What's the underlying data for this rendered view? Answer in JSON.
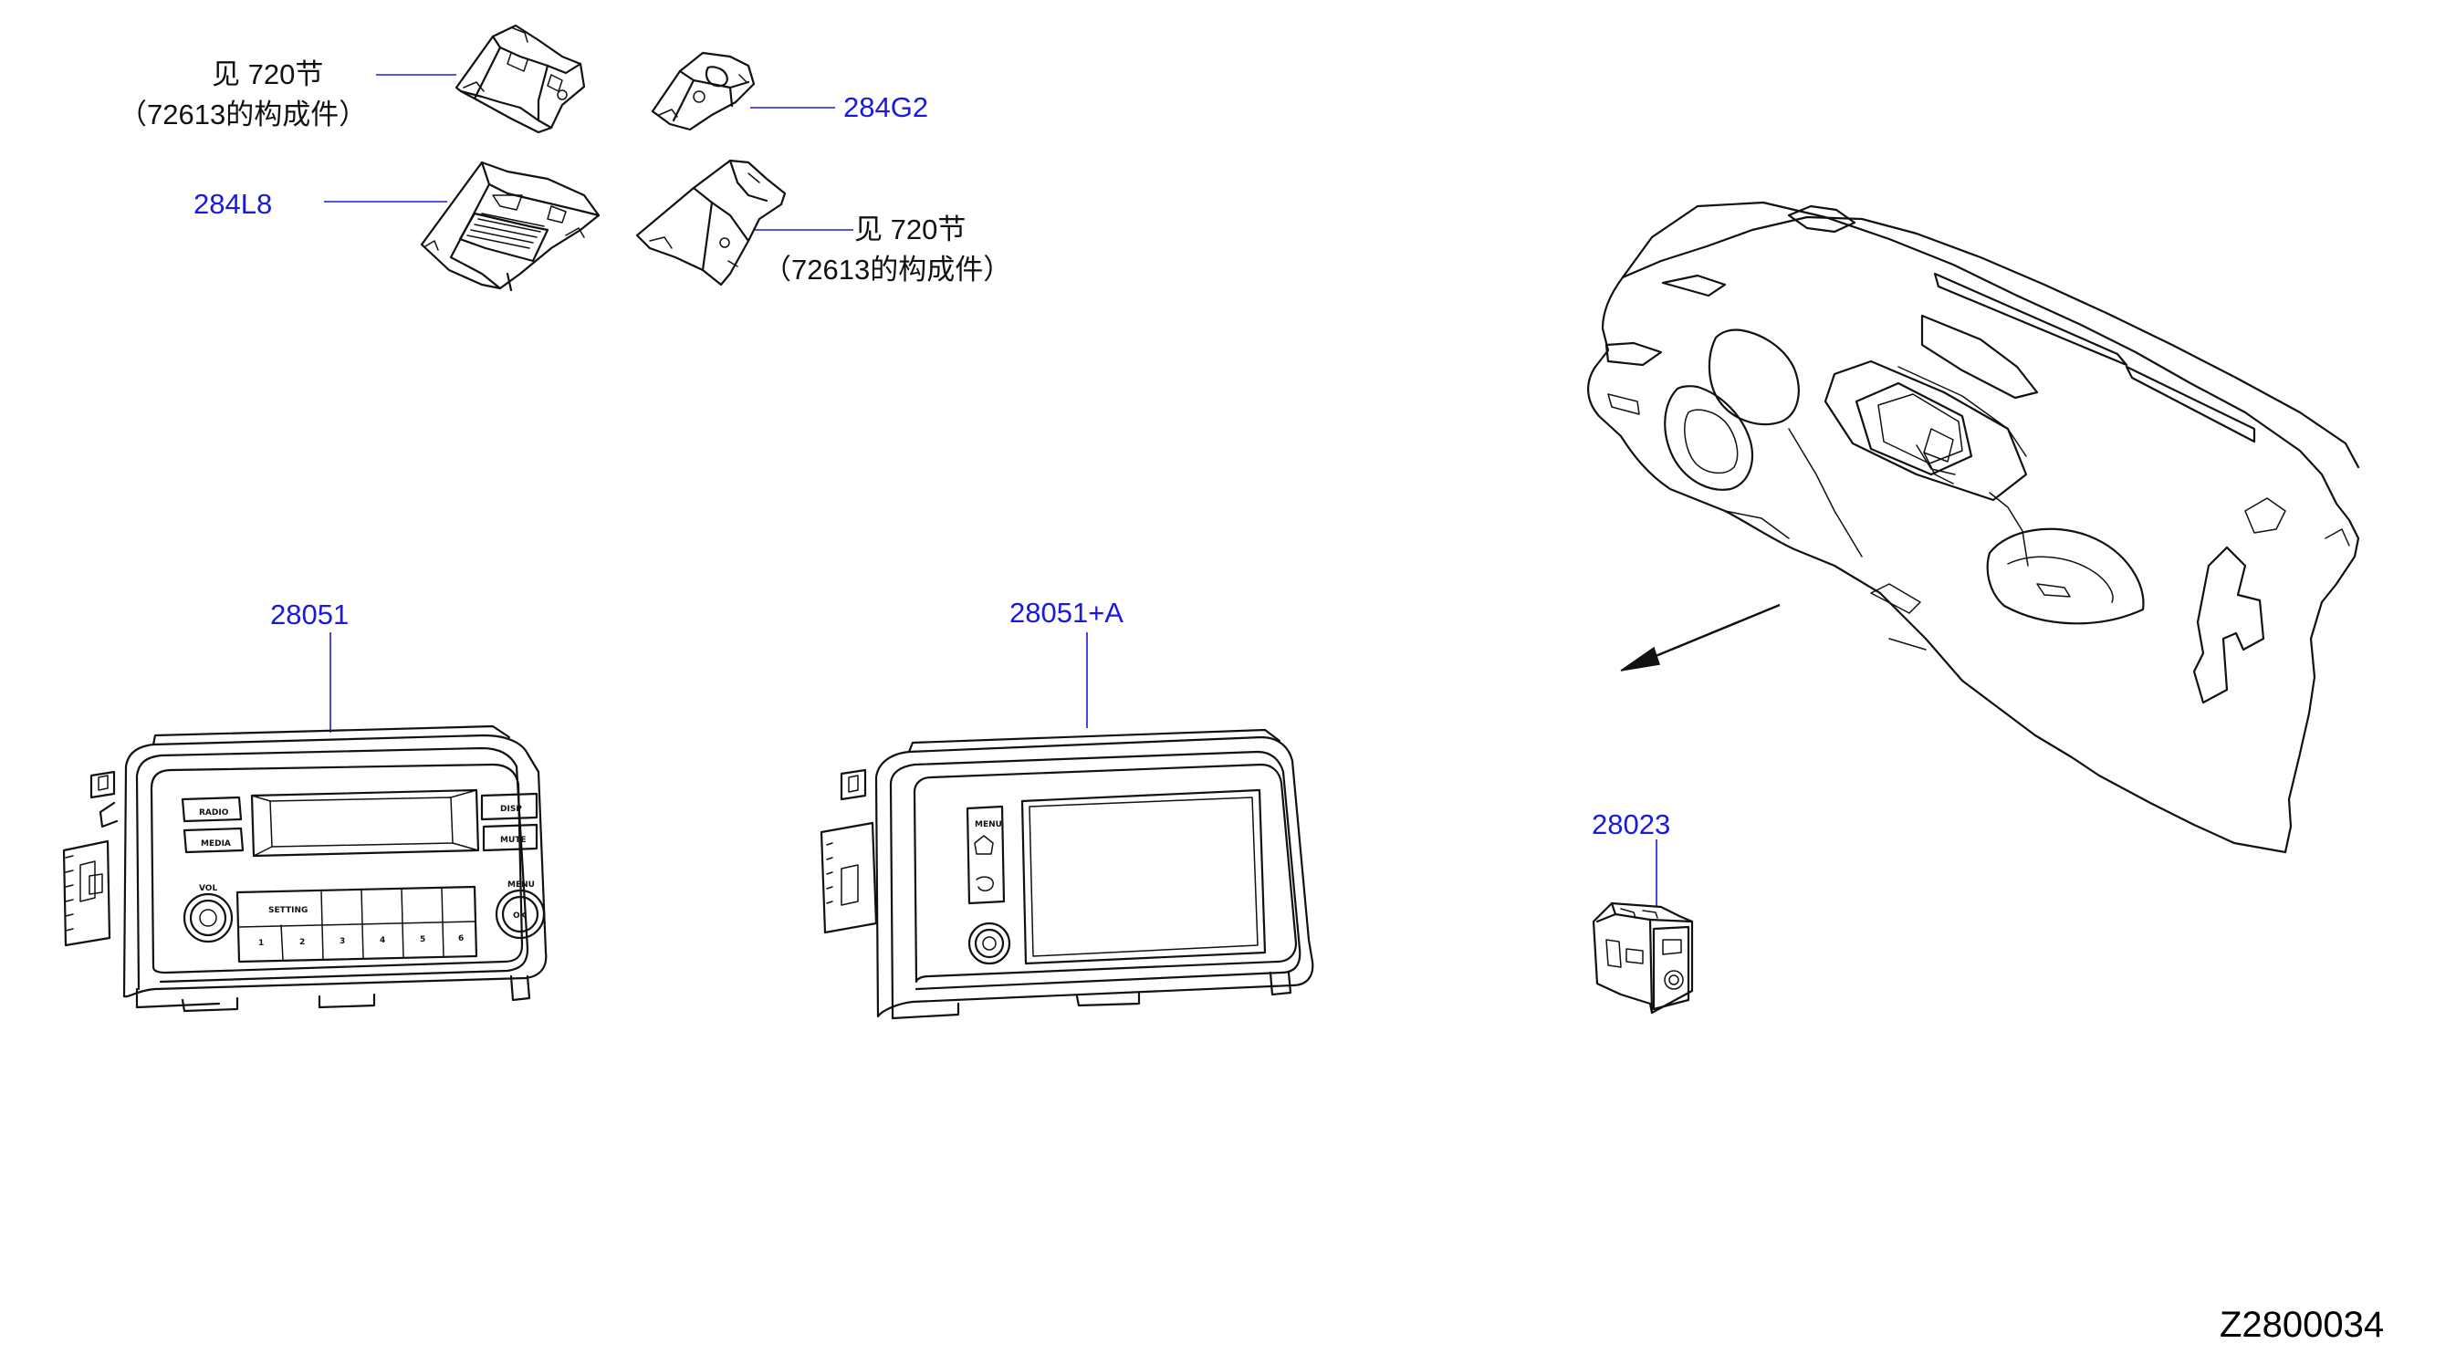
{
  "diagram": {
    "labels": {
      "p_284l8": "284L8",
      "p_284g2": "284G2",
      "note1_line1": "见 720节",
      "note1_line2": "（72613的构成件）",
      "note2_line1": "见 720节",
      "note2_line2": "（72613的构成件）",
      "p_28051": "28051",
      "p_28051a": "28051+A",
      "p_28023": "28023",
      "drawing_code": "Z2800034"
    },
    "radio_buttons": {
      "radio": "RADIO",
      "media": "MEDIA",
      "disp": "DISP",
      "mute": "MUTE",
      "vol": "VOL",
      "menu": "MENU",
      "setting": "SETTING",
      "ok": "OK",
      "presets": [
        "1",
        "2",
        "3",
        "4",
        "5",
        "6"
      ]
    },
    "display_buttons": {
      "menu": "MENU"
    },
    "colors": {
      "part_number": "#1a1adc",
      "line_art": "#111111"
    }
  }
}
